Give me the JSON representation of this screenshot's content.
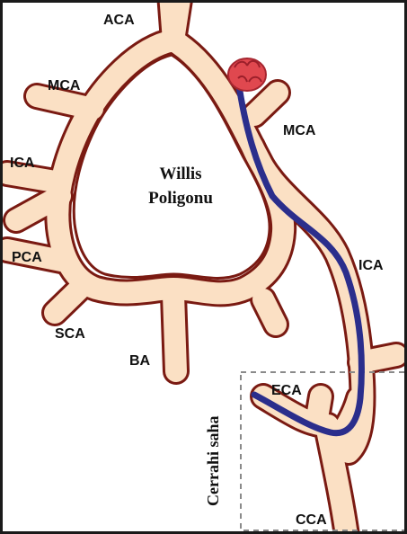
{
  "title": [
    "Willis",
    "Poligonu"
  ],
  "labels": {
    "aca": "ACA",
    "mca_left": "MCA",
    "mca_right": "MCA",
    "ica_left": "ICA",
    "ica_right": "ICA",
    "pca": "PCA",
    "sca": "SCA",
    "ba": "BA",
    "eca": "ECA",
    "cca": "CCA"
  },
  "surgical_field": "Cerrahi saha",
  "colors": {
    "vessel_fill": "#fbe0c4",
    "vessel_border": "#7a1a12",
    "catheter": "#2b2e8c",
    "aneurysm": "#e0484f",
    "box_border": "#8a8a8a"
  }
}
